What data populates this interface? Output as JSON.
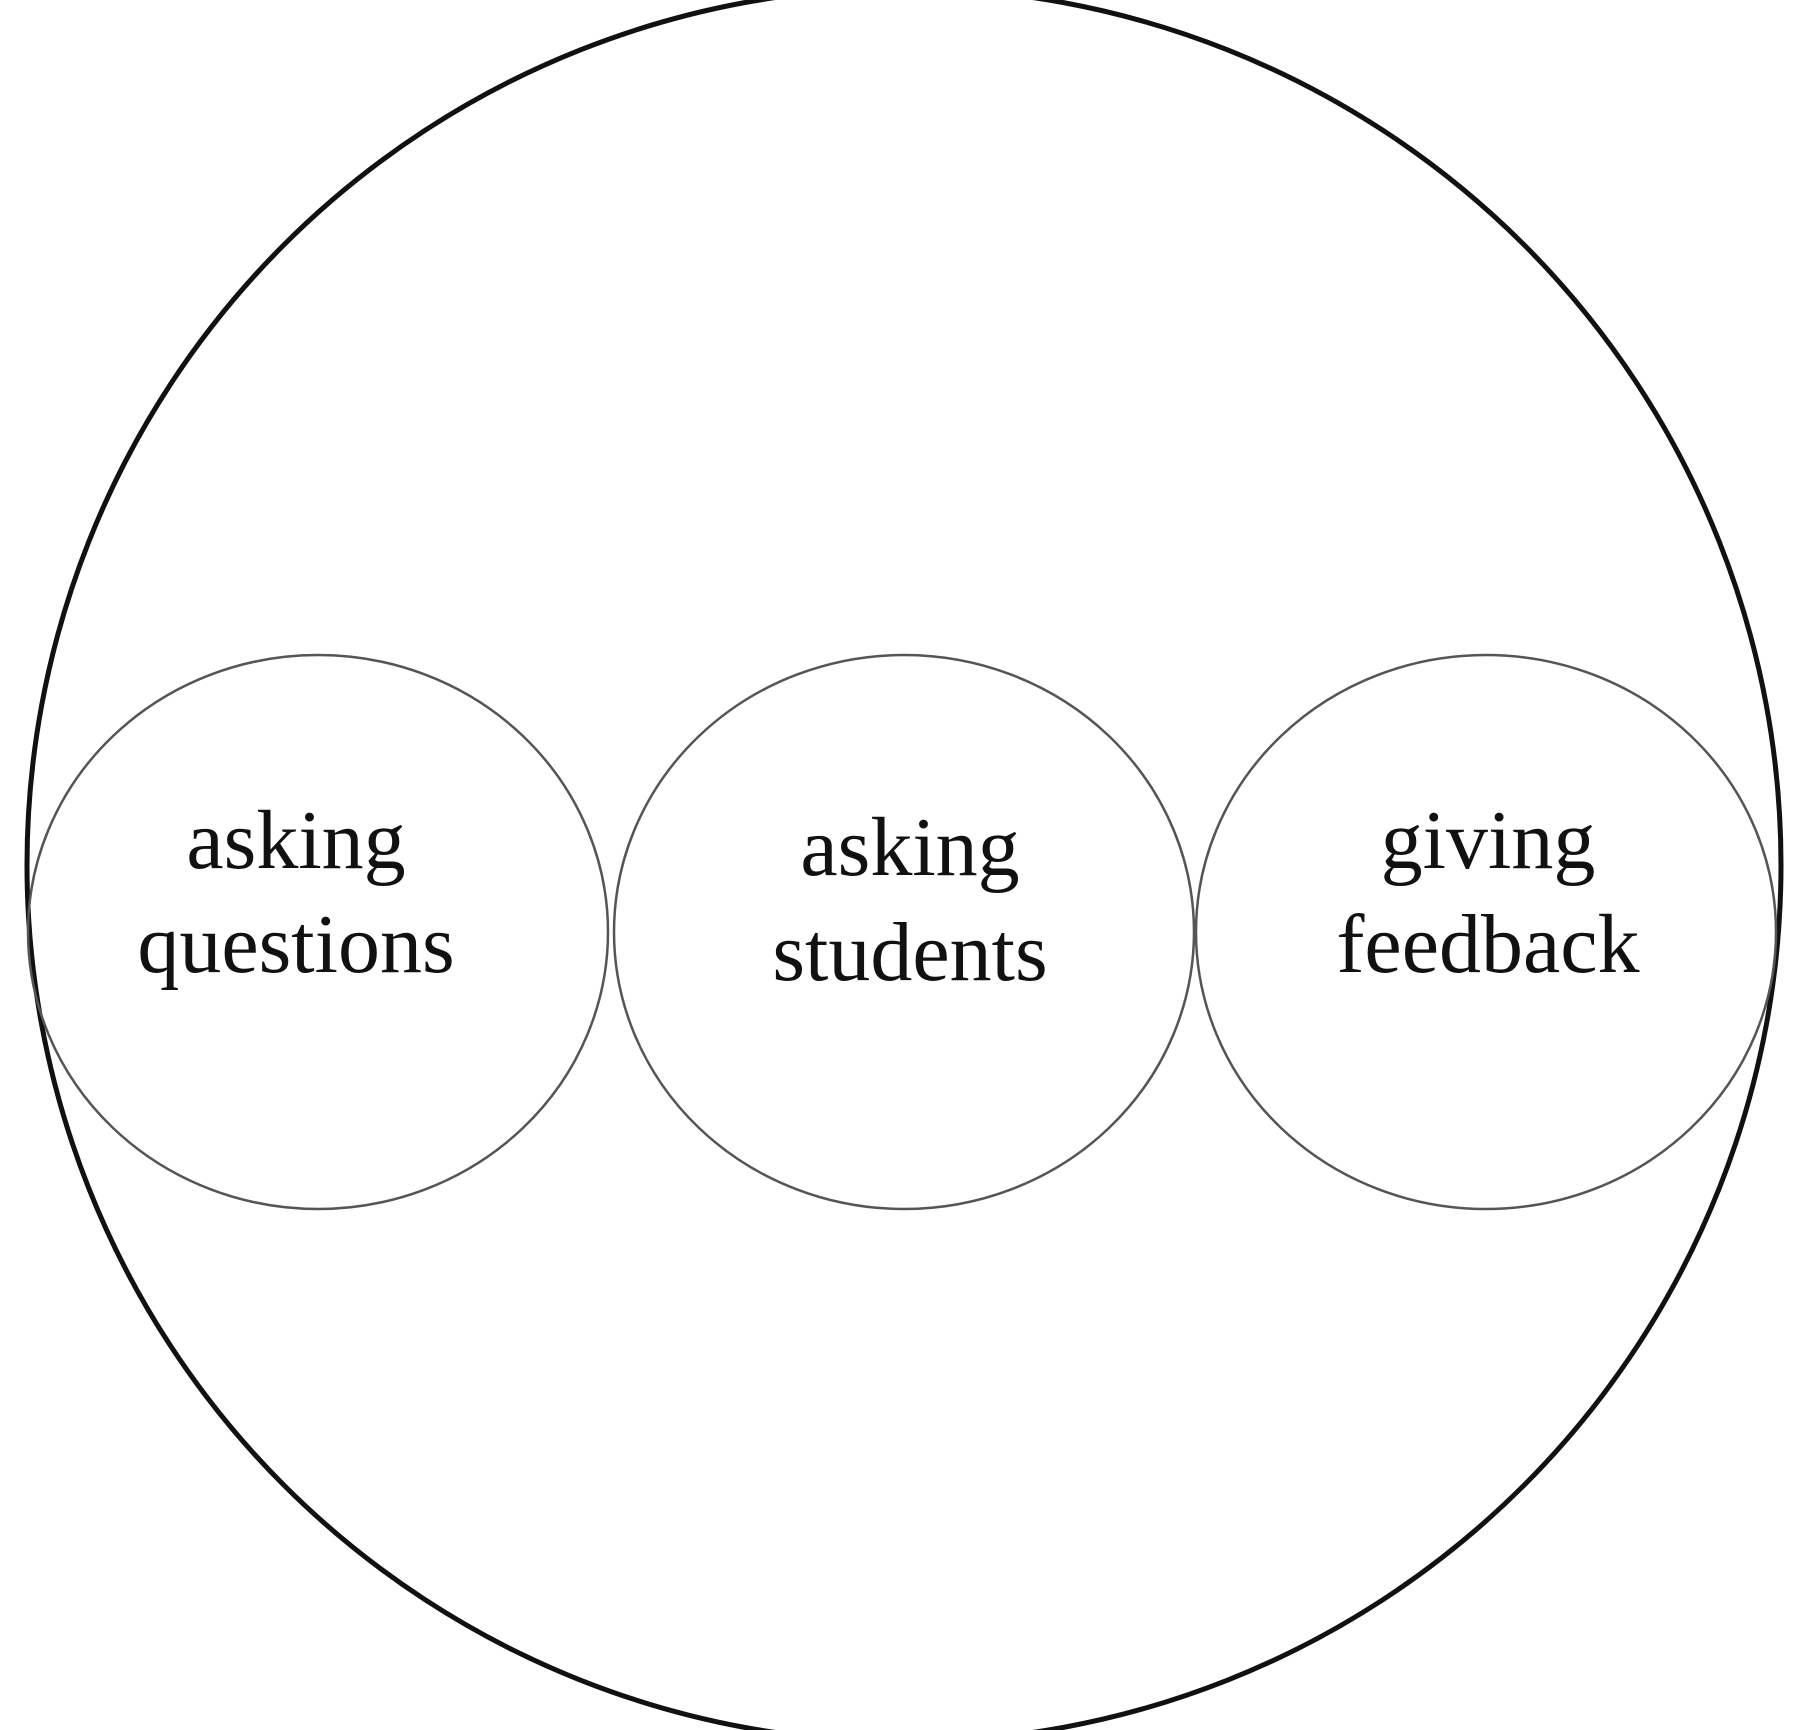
{
  "diagram": {
    "colors": {
      "outer_stroke": "#111111",
      "inner_stroke": "#555555",
      "text": "#111111",
      "background": "#ffffff"
    },
    "nodes": [
      {
        "line1": "asking",
        "line2": "questions"
      },
      {
        "line1": "asking",
        "line2": "students"
      },
      {
        "line1": "giving",
        "line2": "feedback"
      }
    ]
  }
}
